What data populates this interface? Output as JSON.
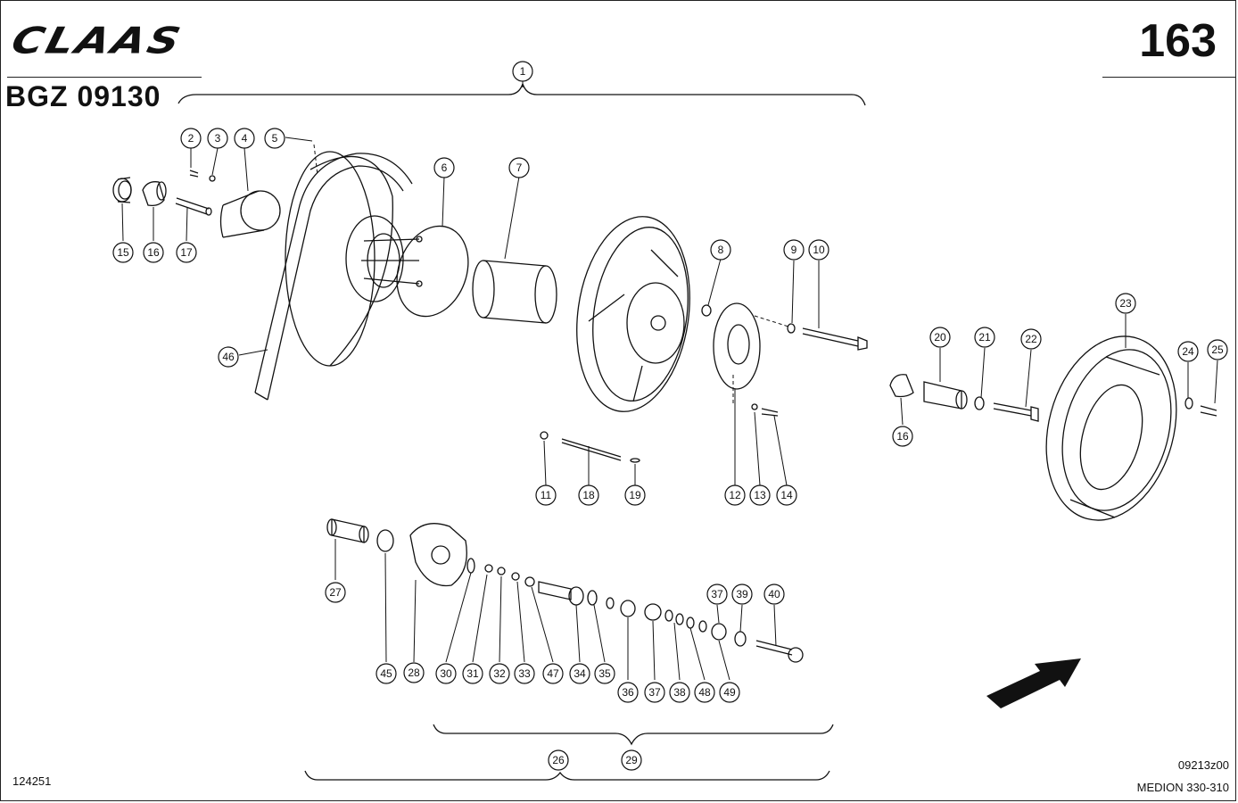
{
  "header": {
    "brand": "CLAAS",
    "page_number": "163",
    "assembly_code": "BGZ 09130"
  },
  "footer": {
    "document_number": "124251",
    "reference_code": "09213z00",
    "model": "MEDION 330-310"
  },
  "callouts": [
    "1",
    "2",
    "3",
    "4",
    "5",
    "6",
    "7",
    "8",
    "9",
    "10",
    "11",
    "12",
    "13",
    "14",
    "15",
    "16",
    "17",
    "18",
    "19",
    "20",
    "21",
    "22",
    "23",
    "24",
    "25",
    "16",
    "26",
    "27",
    "28",
    "29",
    "30",
    "31",
    "32",
    "33",
    "34",
    "35",
    "36",
    "37",
    "38",
    "37",
    "39",
    "40",
    "45",
    "46",
    "47",
    "48",
    "49"
  ],
  "icons": [
    "direction-arrow-icon"
  ]
}
